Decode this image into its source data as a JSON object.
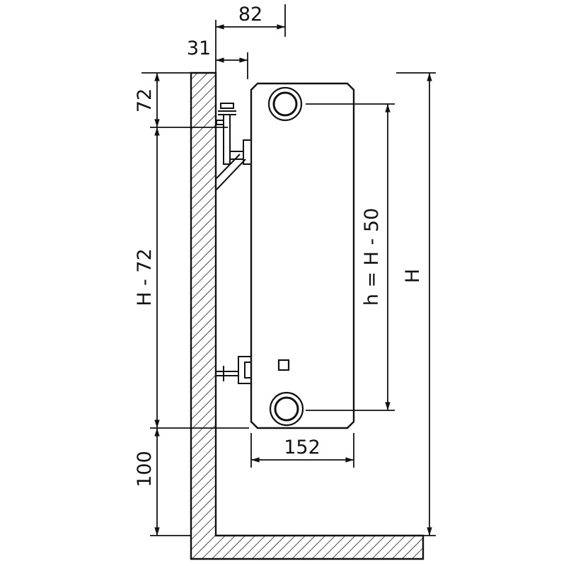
{
  "diagram": {
    "name": "panel-radiator-side-view-mounting-diagram",
    "background": "#ffffff",
    "line_color": "#111111",
    "labels": {
      "dim_top_depth": "82",
      "dim_bracket_depth": "31",
      "dim_top_bracket": "72",
      "dim_mid_height": "H - 72",
      "dim_floor_clearance": "100",
      "dim_radiator_depth": "152",
      "dim_connection_height": "h = H - 50",
      "dim_total_height": "H"
    }
  }
}
